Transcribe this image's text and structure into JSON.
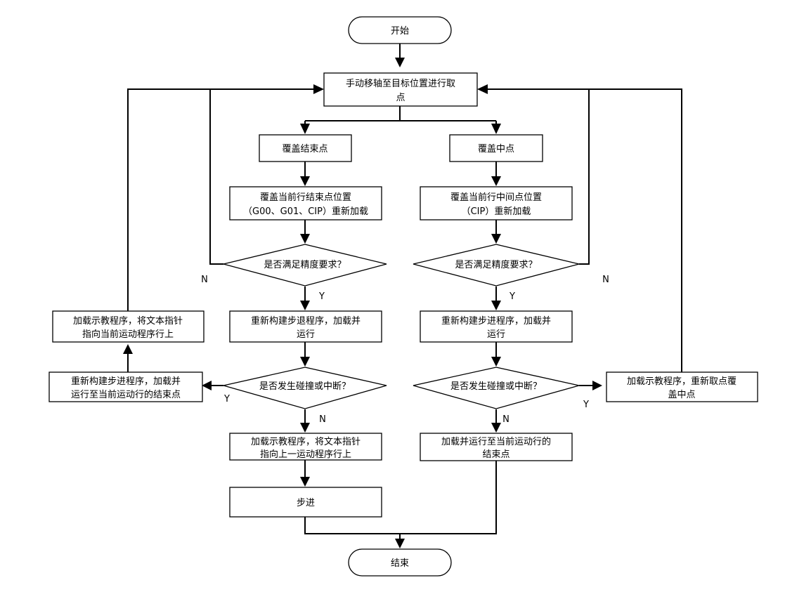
{
  "nodes": {
    "start": "开始",
    "pick_point_1": "手动移轴至目标位置进行取",
    "pick_point_2": "点",
    "cover_end": "覆盖结束点",
    "cover_mid": "覆盖中点",
    "cover_end_detail_1": "覆盖当前行结束点位置",
    "cover_end_detail_2": "（G00、G01、CIP）重新加载",
    "cover_mid_detail_1": "覆盖当前行中间点位置",
    "cover_mid_detail_2": "（CIP）重新加载",
    "precision_left": "是否满足精度要求？",
    "precision_right": "是否满足精度要求？",
    "rebuild_back_1": "重新构建步退程序，加载并",
    "rebuild_back_2": "运行",
    "rebuild_fwd_1": "重新构建步进程序，加载并",
    "rebuild_fwd_2": "运行",
    "collision_left": "是否发生碰撞或中断？",
    "collision_right": "是否发生碰撞或中断？",
    "load_prev_1": "加载示教程序，将文本指针",
    "load_prev_2": "指向上一运动程序行上",
    "load_run_end_1": "加载并运行至当前运动行的",
    "load_run_end_2": "结束点",
    "step": "步进",
    "end": "结束",
    "load_current_1": "加载示教程序，将文本指针",
    "load_current_2": "指向当前运动程序行上",
    "rebuild_run_end_1": "重新构建步进程序，加载并",
    "rebuild_run_end_2": "运行至当前运动行的结束点",
    "reload_pick_1": "加载示教程序，重新取点覆",
    "reload_pick_2": "盖中点"
  },
  "labels": {
    "n_left": "N",
    "n_right": "N",
    "y_prec_left": "Y",
    "y_prec_right": "Y",
    "y_coll_left": "Y",
    "y_coll_right": "Y",
    "n_coll_left": "N",
    "n_coll_right": "N"
  }
}
